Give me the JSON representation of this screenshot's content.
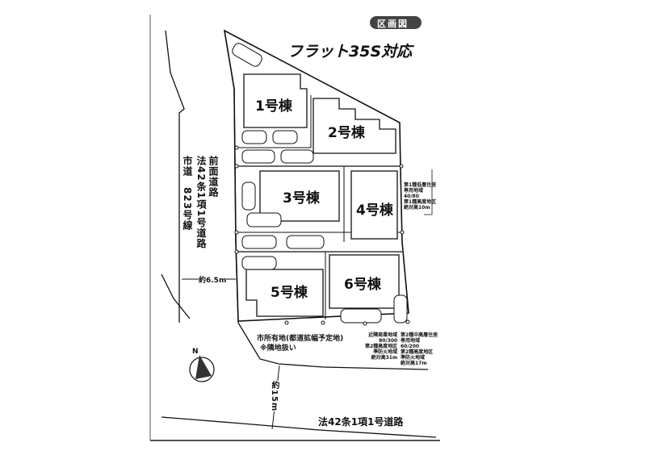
{
  "badge": "区画図",
  "headline": "フラット35S対応",
  "buildings": [
    {
      "label": "1号棟"
    },
    {
      "label": "2号棟"
    },
    {
      "label": "3号棟"
    },
    {
      "label": "4号棟"
    },
    {
      "label": "5号棟"
    },
    {
      "label": "6号棟"
    }
  ],
  "front_road": {
    "line1": "前面道路",
    "line2": "法42条1項1号道路",
    "line3": "市道　823号線",
    "width": "約6.5m"
  },
  "south_road": {
    "label": "法42条1項1号道路",
    "width": "約15m"
  },
  "city_land": {
    "line1": "市所有地(都道拡幅予定地)",
    "line2": "※隣地扱い"
  },
  "zoning": {
    "side": "第1種低層住居\n専用地域\n40/80\n第1種高度地区\n絶対高10m",
    "south_left": "近隣商業地域\n80/300\n第2種高度地区\n準防火地域\n絶対高31m",
    "south_right": "第2種中高層住居\n専用地域\n60/200\n第2種高度地区\n準防火地域\n絶対高17m"
  },
  "north_label": "N"
}
